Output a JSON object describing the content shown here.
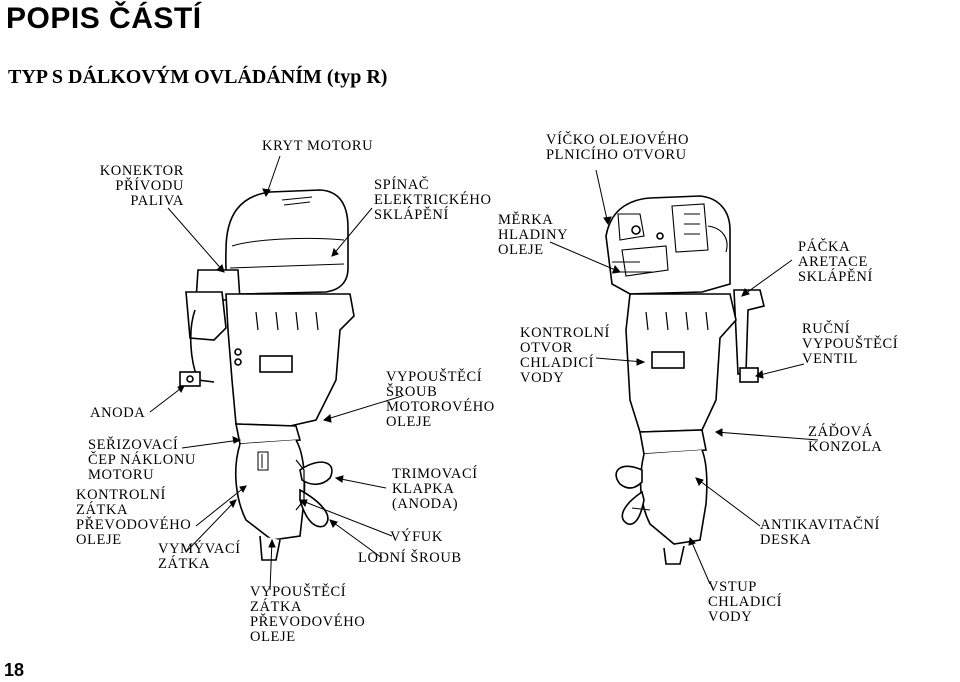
{
  "header": {
    "title": "POPIS ČÁSTÍ",
    "subtitle": "TYP S DÁLKOVÝM OVLÁDÁNÍM (typ R)"
  },
  "labels": {
    "konektor_privodu_paliva": "KONEKTOR\nPŘÍVODU\nPALIVA",
    "kryt_motoru": "KRYT MOTORU",
    "spinac_elektrickeho_sklapeni": "SPÍNAČ\nELEKTRICKÉHO\nSKLÁPĚNÍ",
    "vicko_olejoveho_plniciho_otvoru": "VÍČKO OLEJOVÉHO\nPLNICÍHO OTVORU",
    "merka_hladiny_oleje": "MĚRKA\nHLADINY\nOLEJE",
    "packa_aretace_sklapeni": "PÁČKA\nARETACE\nSKLÁPĚNÍ",
    "kontrolni_otvor_chladici_vody": "KONTROLNÍ\nOTVOR\nCHLADICÍ\nVODY",
    "rucni_vypousteci_ventil": "RUČNÍ\nVYPOUŠTĚCÍ\nVENTIL",
    "anoda": "ANODA",
    "vypousteci_sroub_motoroveho_oleje": "VYPOUŠTĚCÍ\nŠROUB\nMOTOROVÉHO\nOLEJE",
    "seridovaci_cep_naklonu_motoru": "SEŘIZOVACÍ\nČEP NÁKLONU\nMOTORU",
    "zadova_konzola": "ZÁĎOVÁ\nKONZOLA",
    "trimovaci_klapka": "TRIMOVACÍ\nKLAPKA\n(ANODA)",
    "kontrolni_zatka_prevodoveho_oleje": "KONTROLNÍ\nZÁTKA\nPŘEVODOVÉHO\nOLEJE",
    "antikavitacni_deska": "ANTIKAVITAČNÍ\nDESKA",
    "vyfuk": "VÝFUK",
    "lodni_sroub": "LODNÍ ŠROUB",
    "vymyvaci_zatka": "VYMÝVACÍ\nZÁTKA",
    "vypousteci_zatka_prevodoveho_oleje": "VYPOUŠTĚCÍ\nZÁTKA\nPŘEVODOVÉHO\nOLEJE",
    "vstup_chladici_vody": "VSTUP\nCHLADICÍ\nVODY"
  },
  "page_number": "18"
}
